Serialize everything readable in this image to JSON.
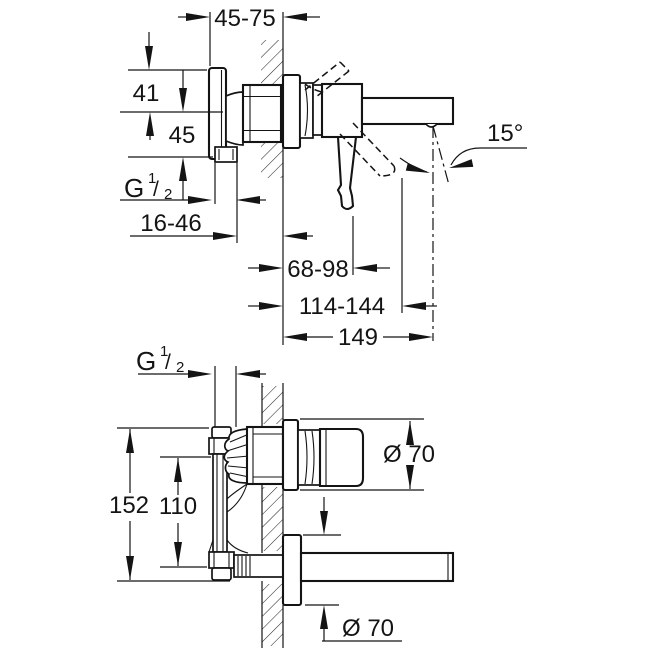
{
  "colors": {
    "background": "#ffffff",
    "line": "#141414"
  },
  "top_view": {
    "dims": {
      "depth_adjust": "45-75",
      "top_offset": "41",
      "mid_offset": "45",
      "thread": {
        "g": "G",
        "numerator": "1",
        "slash": "/",
        "denominator": "2"
      },
      "body_depth": "16-46",
      "lever_closed_reach": "68-98",
      "lever_open_reach": "114-144",
      "spout_reach": "149",
      "spout_angle": "15°"
    }
  },
  "bottom_view": {
    "dims": {
      "thread": {
        "g": "G",
        "numerator": "1",
        "slash": "/",
        "denominator": "2"
      },
      "handle_escutcheon_diameter": "Ø 70",
      "body_height": "152",
      "port_spacing": "110",
      "spout_escutcheon_diameter": "Ø 70"
    }
  }
}
